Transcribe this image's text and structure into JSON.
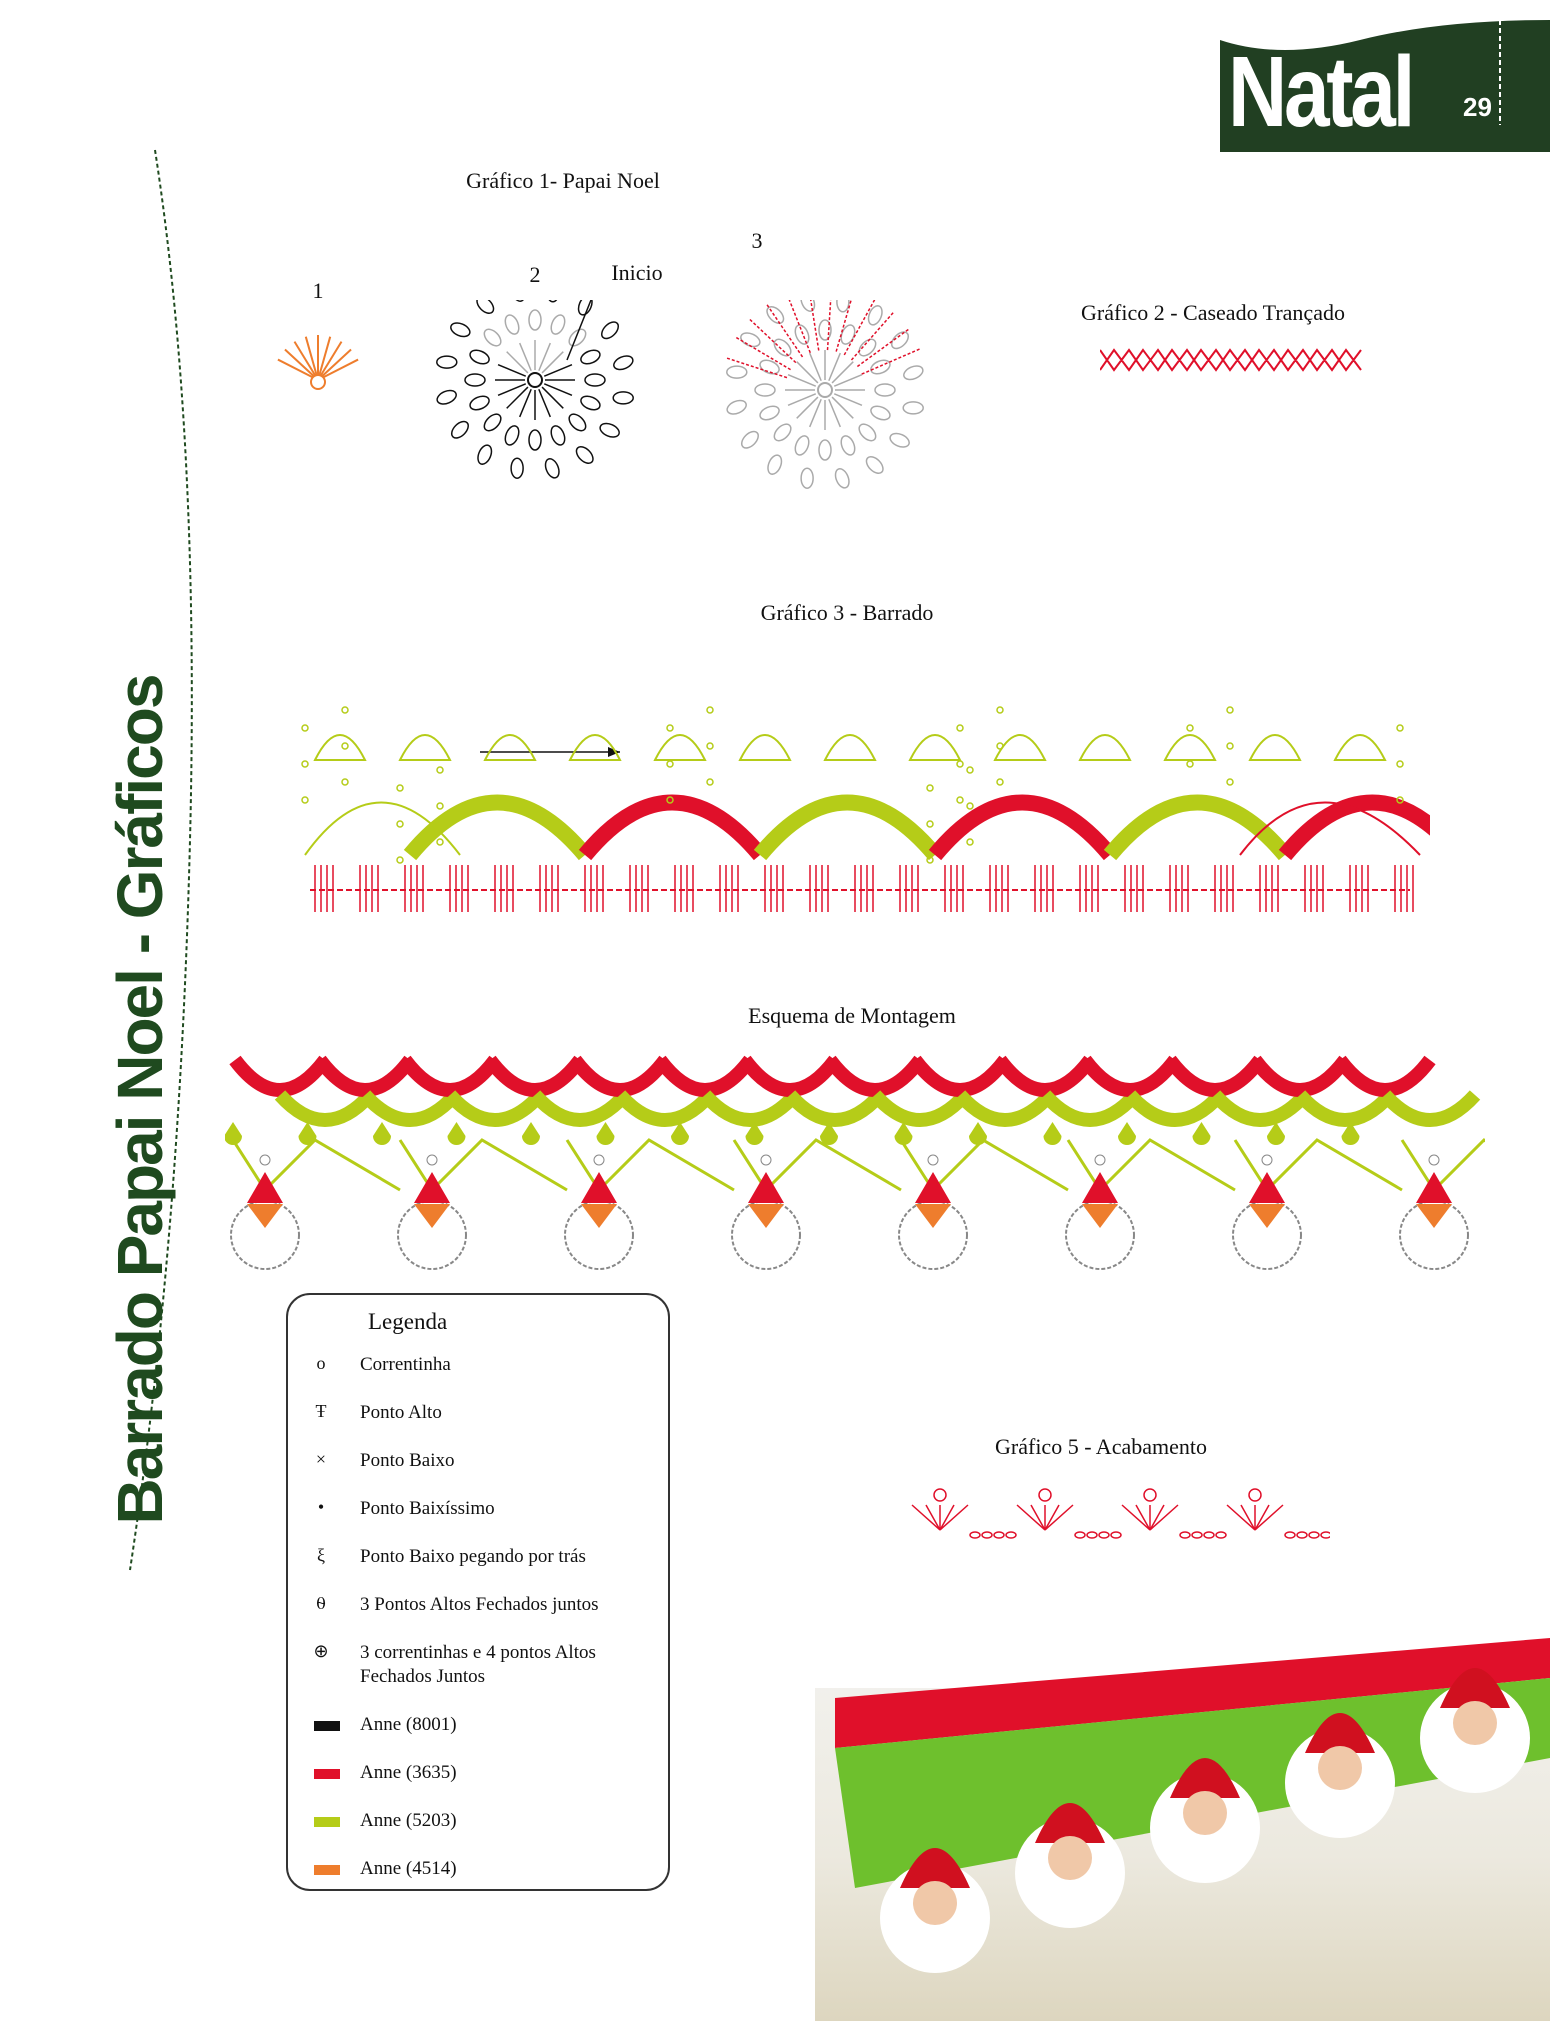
{
  "header": {
    "section": "Natal",
    "page_number": "29"
  },
  "side_title": "Barrado Papai Noel - Gráficos",
  "grafico1": {
    "title": "Gráfico 1- Papai Noel",
    "label_1": "1",
    "label_2": "2",
    "label_3": "3",
    "start_label": "Inicio"
  },
  "grafico2": {
    "title": "Gráfico 2 - Caseado Trançado"
  },
  "grafico3": {
    "title": "Gráfico 3 - Barrado"
  },
  "montagem": {
    "title": "Esquema de Montagem"
  },
  "grafico5": {
    "title": "Gráfico 5 - Acabamento"
  },
  "legend": {
    "title": "Legenda",
    "items": [
      {
        "symbol": "chain-icon",
        "label": "Correntinha"
      },
      {
        "symbol": "double-crochet-icon",
        "label": "Ponto Alto"
      },
      {
        "symbol": "single-crochet-icon",
        "label": "Ponto Baixo"
      },
      {
        "symbol": "slip-stitch-icon",
        "label": "Ponto Baixíssimo"
      },
      {
        "symbol": "back-loop-sc-icon",
        "label": "Ponto Baixo pegando por trás"
      },
      {
        "symbol": "cluster3-icon",
        "label": "3 Pontos Altos Fechados juntos"
      },
      {
        "symbol": "cluster4-icon",
        "label": "3 correntinhas e 4 pontos Altos Fechados Juntos"
      },
      {
        "color": "#111111",
        "label": "Anne (8001)"
      },
      {
        "color": "#e0102a",
        "label": "Anne (3635)"
      },
      {
        "color": "#b5cc18",
        "label": "Anne (5203)"
      },
      {
        "color": "#ee7d2d",
        "label": "Anne (4514)"
      }
    ]
  },
  "colors": {
    "brand_green": "#213f22",
    "red": "#e0102a",
    "lime": "#b5cc18",
    "orange": "#ee7d2d"
  }
}
